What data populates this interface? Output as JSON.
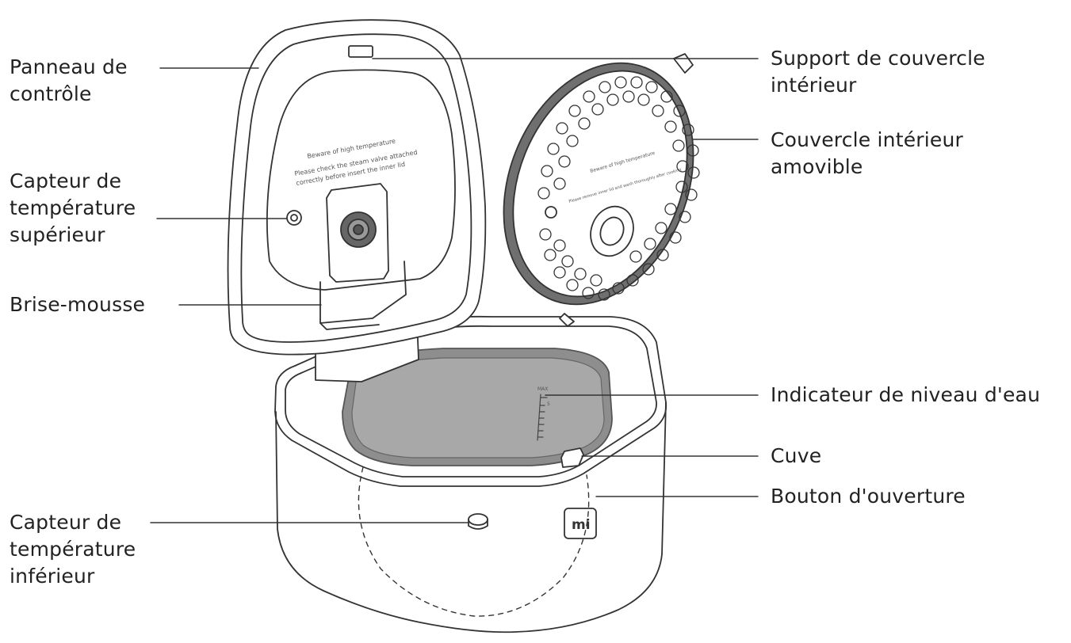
{
  "labels_left": {
    "control_panel": [
      "Panneau de",
      "contrôle"
    ],
    "top_sensor": [
      "Capteur de",
      "température",
      "supérieur"
    ],
    "anti_foam": [
      "Brise-mousse"
    ],
    "bottom_sensor": [
      "Capteur de",
      "température",
      "inférieur"
    ]
  },
  "labels_right": {
    "inner_lid_holder": [
      "Support de couvercle",
      "intérieur"
    ],
    "removable_inner_lid": [
      "Couvercle intérieur",
      "amovible"
    ],
    "water_level": [
      "Indicateur de niveau d'eau"
    ],
    "pot": [
      "Cuve"
    ],
    "open_button": [
      "Bouton d'ouverture"
    ]
  },
  "printed_text": {
    "lid_warning_title": "Beware of high temperature",
    "lid_warning_line1": "Please check the steam valve attached",
    "lid_warning_line2": "correctly before insert the inner lid",
    "inner_lid_line1": "Beware of high temperature",
    "inner_lid_line2": "Please remove inner lid and wash thoroughly after cooking",
    "scale_top": "MAX",
    "scale_side": "5",
    "brand_logo": "mi"
  },
  "colors": {
    "line": "#333333",
    "text": "#222222",
    "pot": "#8e8e8e",
    "ring": "#6f6f6f"
  }
}
